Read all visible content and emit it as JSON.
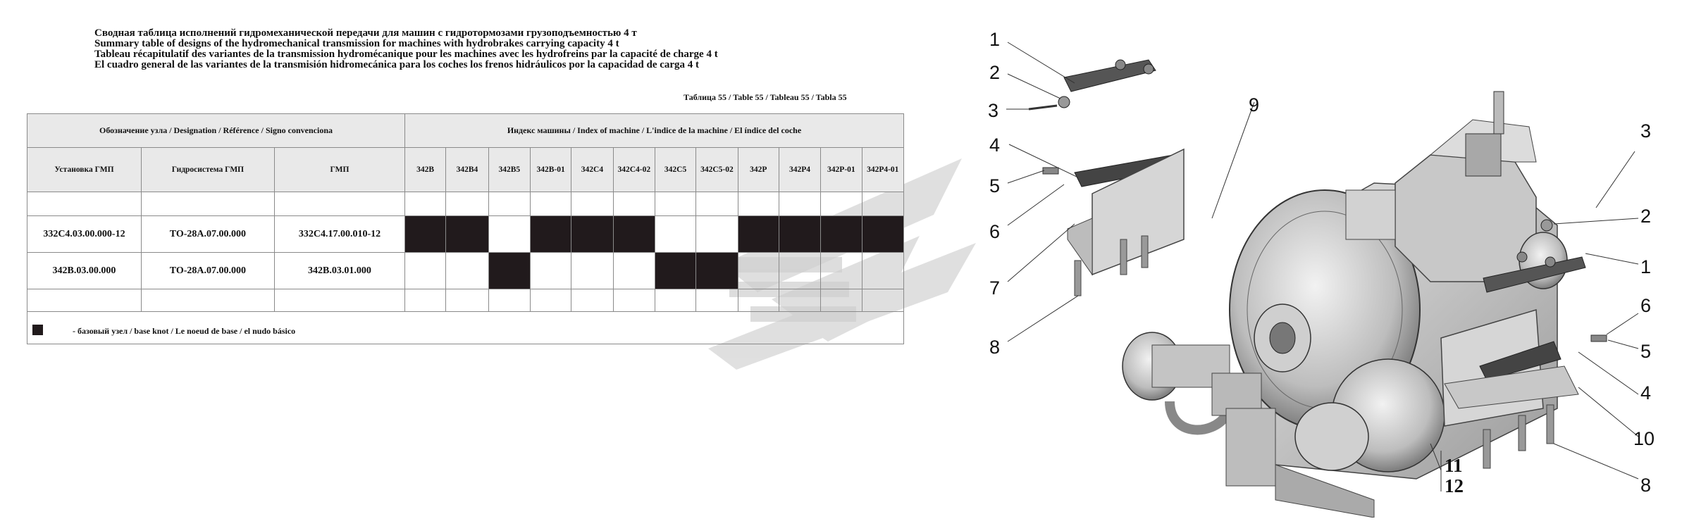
{
  "titles": {
    "ru": "Сводная таблица исполнений гидромеханической передачи для машин с гидротормозами грузоподъемностью 4 т",
    "en": "Summary table of designs of the hydromechanical transmission for machines with hydrobrakes carrying capacity 4 t",
    "fr": "Tableau récapitulatif des variantes de la transmission hydromécanique pour les machines avec les hydrofreins par la capacité de charge 4 t",
    "es": "El cuadro general de las variantes de la transmisión hidromecánica para los coches los frenos hidráulicos por la capacidad de carga 4 t"
  },
  "table_number": "Таблица 55 / Table 55 / Tableau 55 / Tabla 55",
  "table": {
    "group_headers": {
      "designation": "Обозначение узла  / Designation / Référence / Signo convenciona",
      "machine_index": "Индекс машины / Index of machine / L'indice de la machine / El índice del coche"
    },
    "columns": [
      "Установка ГМП",
      "Гидросистема ГМП",
      "ГМП"
    ],
    "machines": [
      "342B",
      "342B4",
      "342B5",
      "342B-01",
      "342C4",
      "342C4-02",
      "342C5",
      "342C5-02",
      "342P",
      "342P4",
      "342P-01",
      "342P4-01"
    ],
    "rows": [
      {
        "installation": "332C4.03.00.000-12",
        "hydrosystem": "TO-28A.07.00.000",
        "gmp": "332C4.17.00.010-12",
        "marks": [
          true,
          true,
          false,
          true,
          true,
          true,
          false,
          false,
          true,
          true,
          true,
          true
        ]
      },
      {
        "installation": "342B.03.00.000",
        "hydrosystem": "TO-28A.07.00.000",
        "gmp": "342B.03.01.000",
        "marks": [
          false,
          false,
          true,
          false,
          false,
          false,
          true,
          true,
          false,
          false,
          false,
          false
        ]
      }
    ]
  },
  "legend": {
    "text": "-  базовый узел / base knot / Le noeud de base / el nudo básico",
    "color": "#211a1c"
  },
  "callouts": {
    "left": [
      "1",
      "2",
      "3",
      "4",
      "5",
      "6",
      "7",
      "8"
    ],
    "top_center": "9",
    "right": [
      "3",
      "2",
      "1",
      "6",
      "5",
      "4",
      "10",
      "8"
    ],
    "bottom": [
      "11",
      "12"
    ]
  }
}
